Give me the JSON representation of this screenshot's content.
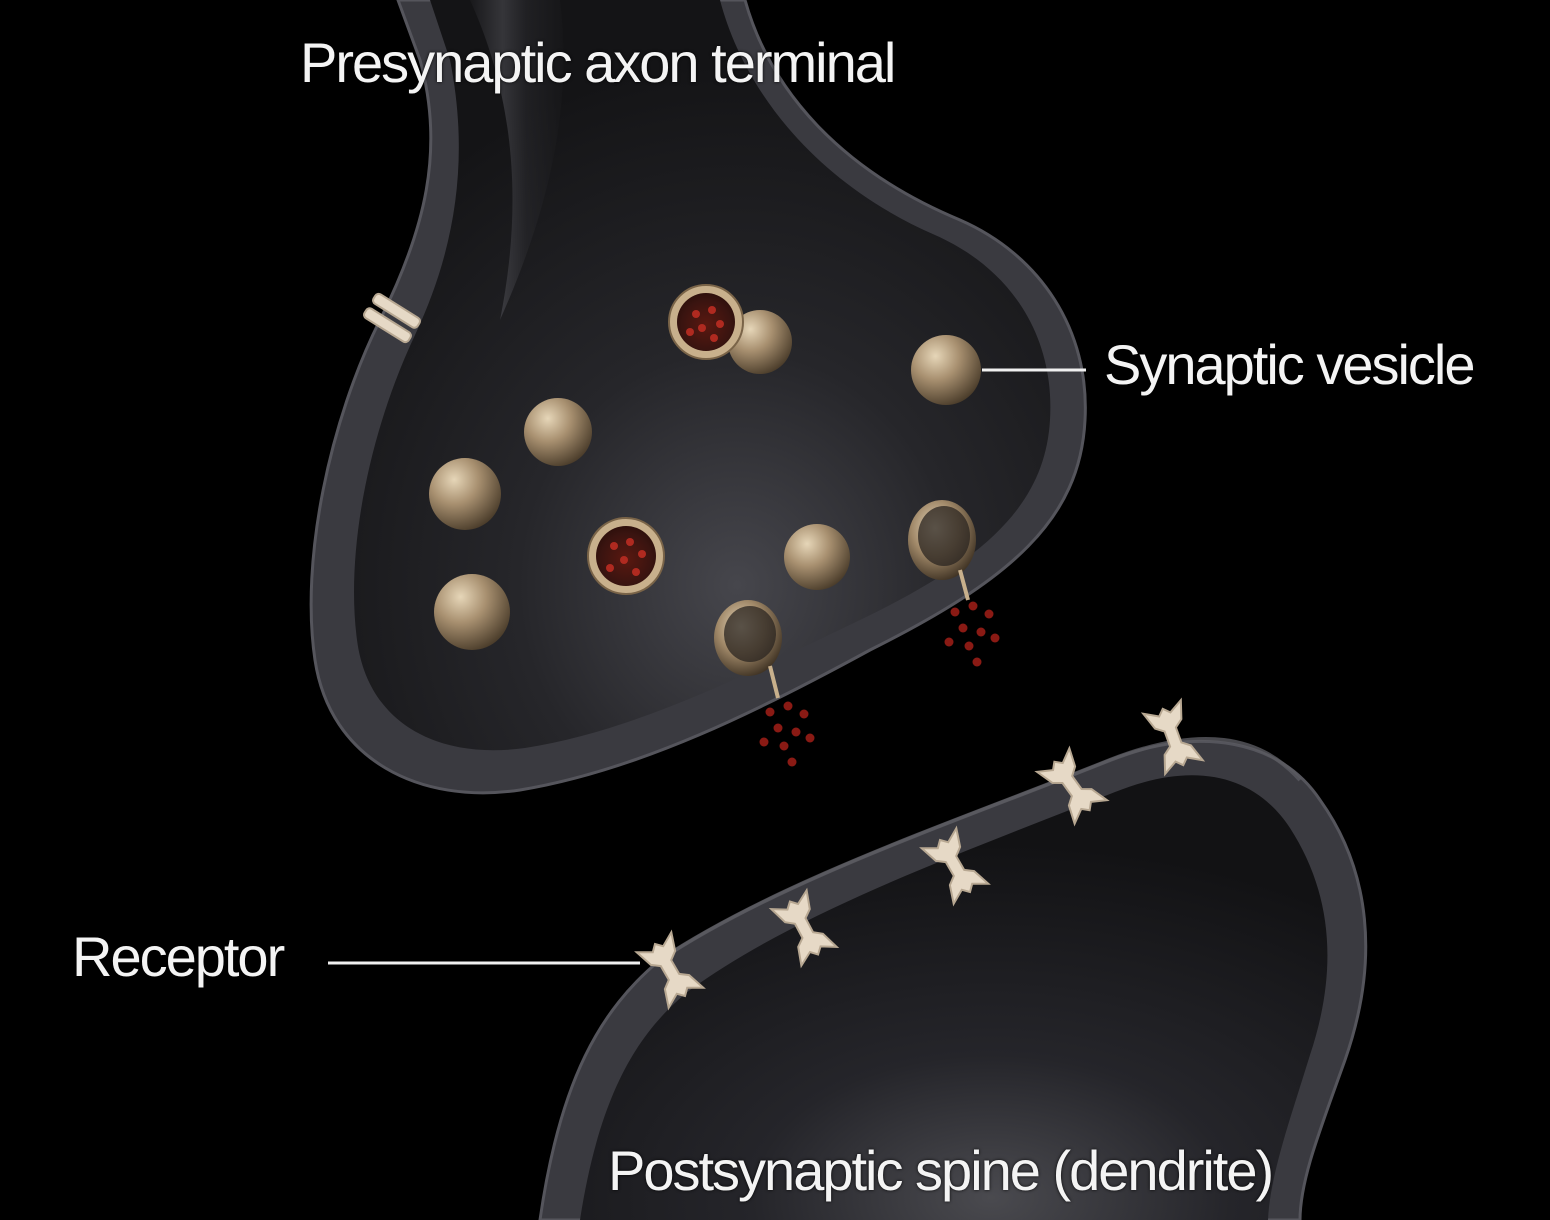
{
  "labels": {
    "presynaptic": "Presynaptic axon terminal",
    "vesicle": "Synaptic vesicle",
    "receptor": "Receptor",
    "postsynaptic": "Postsynaptic spine (dendrite)"
  },
  "colors": {
    "background": "#000000",
    "membrane": "#3c3c42",
    "cytoplasm": "#1e1e22",
    "vesicle": "#b9a27e",
    "neurotransmitter": "#8a1a14",
    "receptor": "#e8dccb",
    "label_text": "#f4f4f4"
  }
}
